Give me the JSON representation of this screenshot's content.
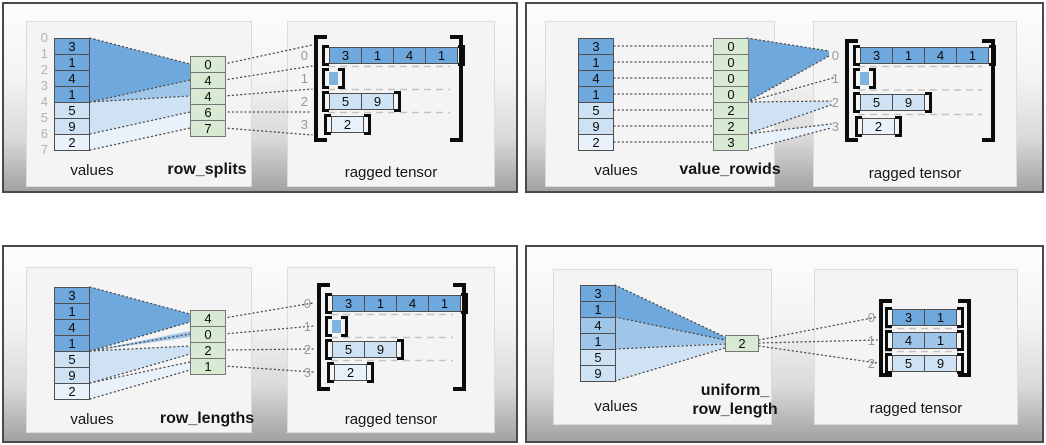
{
  "colors": {
    "cell_dark_blue": "#6fa8dc",
    "cell_medium_blue": "#9fc5e8",
    "cell_light_blue": "#cfe2f3",
    "cell_faint_blue": "#e9f1fb",
    "partition_green": "#d9ead3"
  },
  "panels": [
    {
      "method_label": "row_splits",
      "values_label": "values",
      "tensor_label": "ragged tensor",
      "value_indices": [
        "0",
        "1",
        "2",
        "3",
        "4",
        "5",
        "6",
        "7"
      ],
      "values": [
        "3",
        "1",
        "4",
        "1",
        "5",
        "9",
        "2"
      ],
      "partition": [
        "0",
        "4",
        "4",
        "6",
        "7"
      ],
      "tensor_rows": [
        {
          "index": "0",
          "cells": [
            "3",
            "1",
            "4",
            "1"
          ]
        },
        {
          "index": "1",
          "cells": []
        },
        {
          "index": "2",
          "cells": [
            "5",
            "9"
          ]
        },
        {
          "index": "3",
          "cells": [
            "2"
          ]
        }
      ]
    },
    {
      "method_label": "value_rowids",
      "values_label": "values",
      "tensor_label": "ragged tensor",
      "values": [
        "3",
        "1",
        "4",
        "1",
        "5",
        "9",
        "2"
      ],
      "partition": [
        "0",
        "0",
        "0",
        "0",
        "2",
        "2",
        "3"
      ],
      "tensor_rows": [
        {
          "index": "0",
          "cells": [
            "3",
            "1",
            "4",
            "1"
          ]
        },
        {
          "index": "1",
          "cells": []
        },
        {
          "index": "2",
          "cells": [
            "5",
            "9"
          ]
        },
        {
          "index": "3",
          "cells": [
            "2"
          ]
        }
      ]
    },
    {
      "method_label": "row_lengths",
      "values_label": "values",
      "tensor_label": "ragged tensor",
      "values": [
        "3",
        "1",
        "4",
        "1",
        "5",
        "9",
        "2"
      ],
      "partition": [
        "4",
        "0",
        "2",
        "1"
      ],
      "tensor_rows": [
        {
          "index": "0",
          "cells": [
            "3",
            "1",
            "4",
            "1"
          ]
        },
        {
          "index": "1",
          "cells": []
        },
        {
          "index": "2",
          "cells": [
            "5",
            "9"
          ]
        },
        {
          "index": "3",
          "cells": [
            "2"
          ]
        }
      ]
    },
    {
      "method_label_line1": "uniform_",
      "method_label_line2": "row_length",
      "values_label": "values",
      "tensor_label": "ragged tensor",
      "values": [
        "3",
        "1",
        "4",
        "1",
        "5",
        "9"
      ],
      "partition": [
        "2"
      ],
      "tensor_rows": [
        {
          "index": "0",
          "cells": [
            "3",
            "1"
          ]
        },
        {
          "index": "1",
          "cells": [
            "4",
            "1"
          ]
        },
        {
          "index": "2",
          "cells": [
            "5",
            "9"
          ]
        }
      ]
    }
  ]
}
